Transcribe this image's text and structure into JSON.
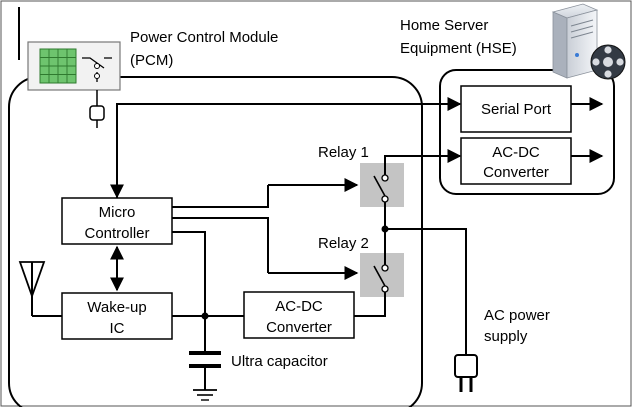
{
  "pcm": {
    "title_line1": "Power Control Module",
    "title_line2": "(PCM)"
  },
  "hse": {
    "title_line1": "Home Server",
    "title_line2": "Equipment (HSE)",
    "serial_port": "Serial Port",
    "acdc_line1": "AC-DC",
    "acdc_line2": "Converter"
  },
  "relays": {
    "relay1": "Relay 1",
    "relay2": "Relay 2"
  },
  "blocks": {
    "micro_line1": "Micro",
    "micro_line2": "Controller",
    "wakeup_line1": "Wake-up",
    "wakeup_line2": "IC",
    "acdc_line1": "AC-DC",
    "acdc_line2": "Converter"
  },
  "labels": {
    "ultra_capacitor": "Ultra capacitor",
    "ac_supply_line1": "AC power",
    "ac_supply_line2": "supply"
  },
  "icons": {
    "pcm_icon": "pcm-module-icon",
    "server_icon": "server-film-icon",
    "plug_icon": "power-plug-icon",
    "antenna_icon": "antenna-icon",
    "ground_icon": "ground-icon"
  },
  "colors": {
    "relay_background": "#c4c4c4",
    "pcm_grid": "#6ec46e"
  }
}
